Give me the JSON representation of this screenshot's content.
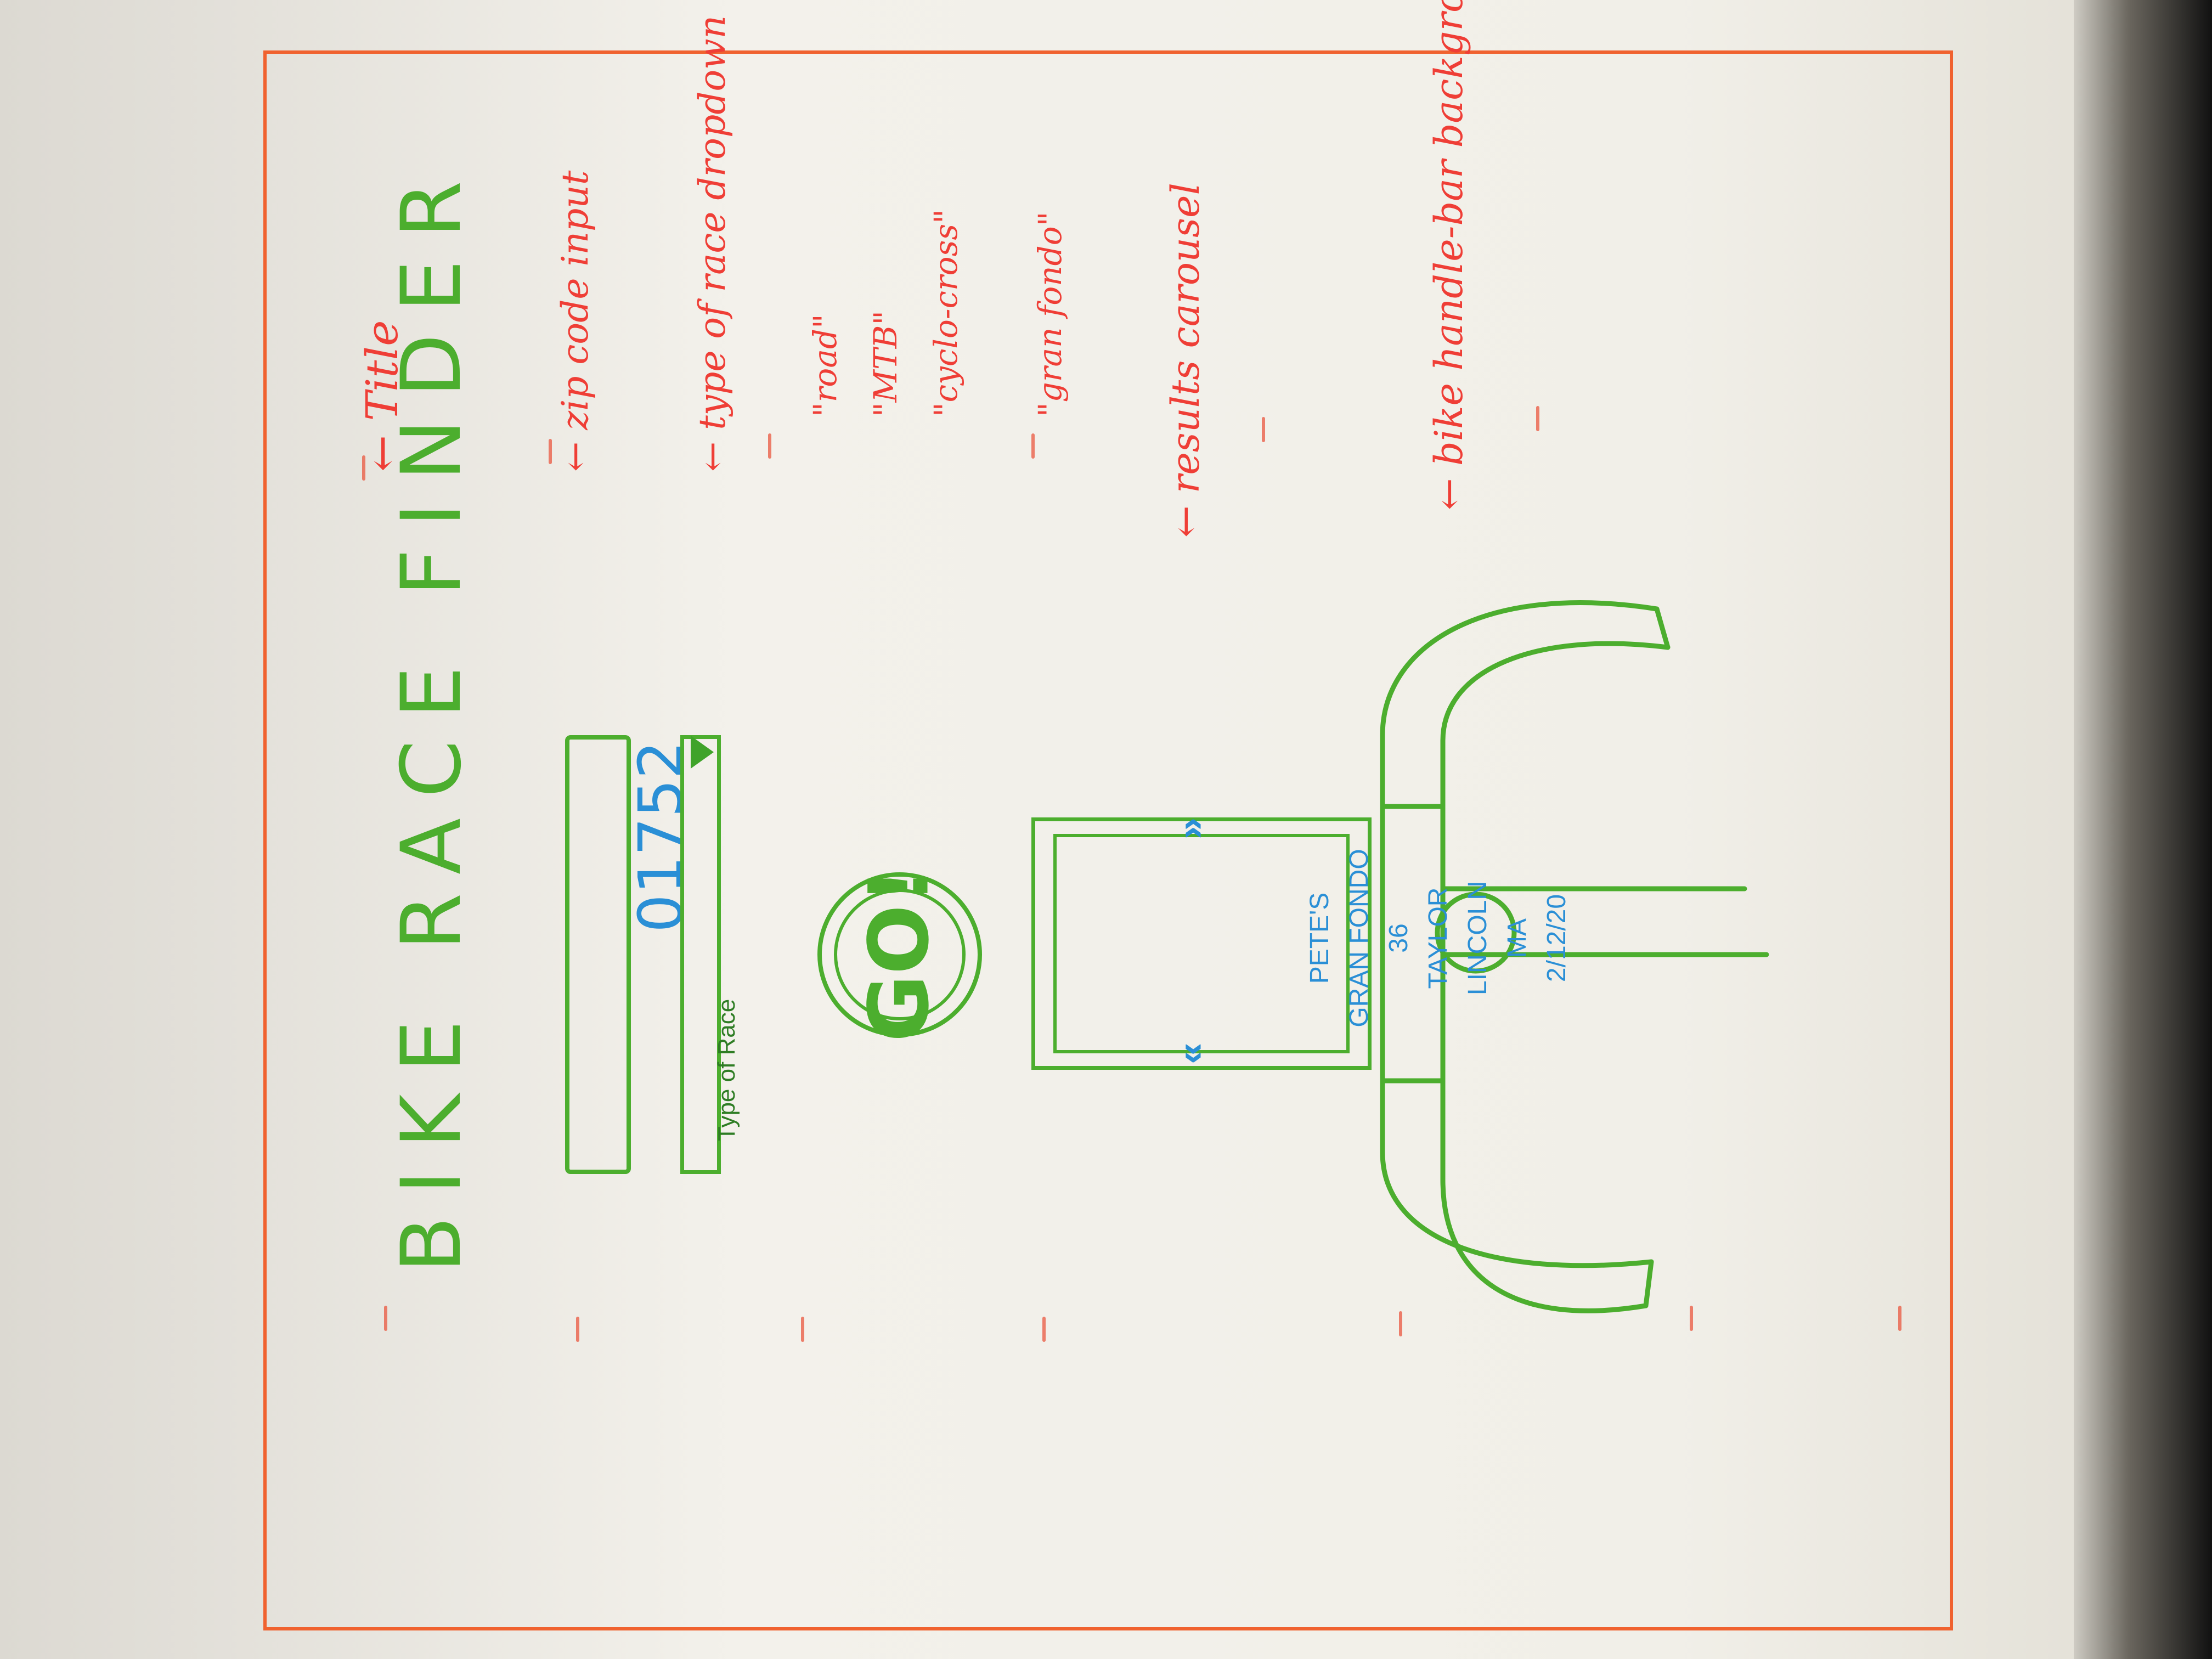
{
  "title": "BIKE RACE FINDER",
  "zip_input": {
    "value": "01752"
  },
  "race_dropdown": {
    "label": "Type of Race"
  },
  "go_button": {
    "label": "GO!"
  },
  "carousel_card": {
    "line1": "PETE'S",
    "line2": "GRAN FONDO",
    "line3": "36",
    "line4": "TAYLOR",
    "line5": "LINCOLN",
    "line6": "MA",
    "line7": "2/12/20"
  },
  "annotations": {
    "title": "← Title",
    "zip": "← zip code input",
    "dropdown": "← type of race dropdown",
    "option1": "\"road\"",
    "option2": "\"MTB\"",
    "option3": "\"cyclo-cross\"",
    "option4": "\"gran fondo\"",
    "results": "← results carousel",
    "background": "← bike handle-bar background"
  },
  "colors": {
    "ink_green": "#4cae2e",
    "ink_blue": "#2a8fd6",
    "ink_red": "#f0423a",
    "frame_orange": "#f0622f"
  }
}
